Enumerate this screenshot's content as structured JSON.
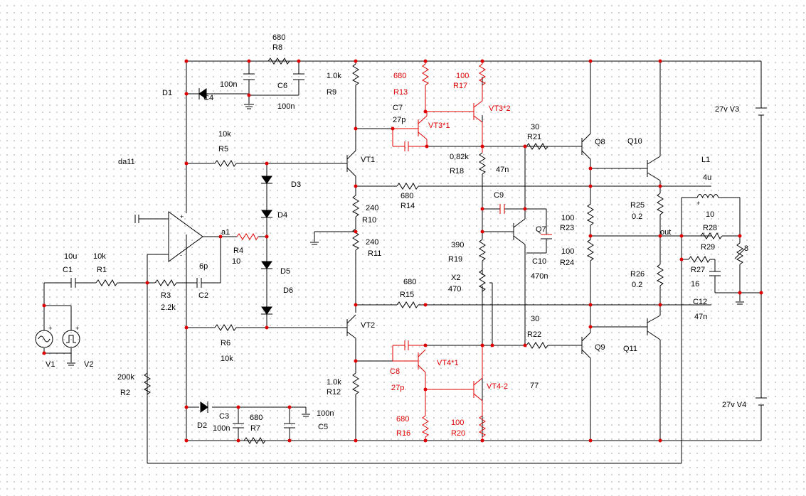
{
  "colors": {
    "wire": "#000000",
    "highlight": "#e00000",
    "junction": "#e00000",
    "grid": "#9a9a9a",
    "background": "#ffffff"
  },
  "labels": [
    {
      "id": "r8_val",
      "text": "680"
    },
    {
      "id": "r8_name",
      "text": "R8"
    },
    {
      "id": "c4_val",
      "text": "100n"
    },
    {
      "id": "c4_name",
      "text": "C4"
    },
    {
      "id": "c6_name",
      "text": "C6"
    },
    {
      "id": "c6_val",
      "text": "100n"
    },
    {
      "id": "d1",
      "text": "D1"
    },
    {
      "id": "r9_val",
      "text": "1.0k"
    },
    {
      "id": "r9_name",
      "text": "R9"
    },
    {
      "id": "r13_val",
      "text": "680",
      "red": true
    },
    {
      "id": "r13_name",
      "text": "R13",
      "red": true
    },
    {
      "id": "r17_val",
      "text": "100",
      "red": true
    },
    {
      "id": "r17_name",
      "text": "R17",
      "red": true
    },
    {
      "id": "vt32",
      "text": "VT3*2",
      "red": true
    },
    {
      "id": "c7_name",
      "text": "C7"
    },
    {
      "id": "c7_val",
      "text": "27p"
    },
    {
      "id": "vt31",
      "text": "VT3*1",
      "red": true
    },
    {
      "id": "r21_val",
      "text": "30"
    },
    {
      "id": "r21_name",
      "text": "R21"
    },
    {
      "id": "q8",
      "text": "Q8"
    },
    {
      "id": "q10",
      "text": "Q10"
    },
    {
      "id": "v3",
      "text": "27v V3"
    },
    {
      "id": "r5_val",
      "text": "10k"
    },
    {
      "id": "r5_name",
      "text": "R5"
    },
    {
      "id": "da11",
      "text": "da11"
    },
    {
      "id": "vt1",
      "text": "VT1"
    },
    {
      "id": "r18_val",
      "text": "0,82k"
    },
    {
      "id": "r18_name",
      "text": "R18"
    },
    {
      "id": "c_47n",
      "text": "47n"
    },
    {
      "id": "l1_name",
      "text": "L1"
    },
    {
      "id": "l1_val",
      "text": "4u"
    },
    {
      "id": "d3",
      "text": "D3"
    },
    {
      "id": "r14_val",
      "text": "680"
    },
    {
      "id": "r14_name",
      "text": "R14"
    },
    {
      "id": "c9",
      "text": "C9"
    },
    {
      "id": "r25_name",
      "text": "R25"
    },
    {
      "id": "r25_val",
      "text": "0.2"
    },
    {
      "id": "r10_val",
      "text": "240"
    },
    {
      "id": "r10_name",
      "text": "R10"
    },
    {
      "id": "d4",
      "text": "D4"
    },
    {
      "id": "r23_val",
      "text": "100"
    },
    {
      "id": "r23_name",
      "text": "R23"
    },
    {
      "id": "r28_val",
      "text": "10"
    },
    {
      "id": "r28_name",
      "text": "R28"
    },
    {
      "id": "a1",
      "text": "a1"
    },
    {
      "id": "q7",
      "text": "Q7"
    },
    {
      "id": "out",
      "text": "out"
    },
    {
      "id": "r11_val",
      "text": "240"
    },
    {
      "id": "r11_name",
      "text": "R11"
    },
    {
      "id": "r19_val",
      "text": "390"
    },
    {
      "id": "r19_name",
      "text": "R19"
    },
    {
      "id": "r24_val",
      "text": "100"
    },
    {
      "id": "r24_name",
      "text": "R24"
    },
    {
      "id": "r29_name",
      "text": "R29"
    },
    {
      "id": "r29_val",
      "text": "8"
    },
    {
      "id": "c1_val",
      "text": "10u"
    },
    {
      "id": "c1_name",
      "text": "C1"
    },
    {
      "id": "r1_val",
      "text": "10k"
    },
    {
      "id": "r1_name",
      "text": "R1"
    },
    {
      "id": "c2_val",
      "text": "6p"
    },
    {
      "id": "c2_name",
      "text": "C2"
    },
    {
      "id": "r4_name",
      "text": "R4"
    },
    {
      "id": "r4_val",
      "text": "10"
    },
    {
      "id": "d5",
      "text": "D5"
    },
    {
      "id": "c10_name",
      "text": "C10"
    },
    {
      "id": "c10_val",
      "text": "470n"
    },
    {
      "id": "r27_name",
      "text": "R27"
    },
    {
      "id": "r27_val",
      "text": "16"
    },
    {
      "id": "x2_name",
      "text": "X2"
    },
    {
      "id": "x2_val",
      "text": "470"
    },
    {
      "id": "r26_name",
      "text": "R26"
    },
    {
      "id": "r26_val",
      "text": "0.2"
    },
    {
      "id": "r3_name",
      "text": "R3"
    },
    {
      "id": "r3_val",
      "text": "2.2k"
    },
    {
      "id": "d6",
      "text": "D6"
    },
    {
      "id": "r15_val",
      "text": "680"
    },
    {
      "id": "r15_name",
      "text": "R15"
    },
    {
      "id": "c12_name",
      "text": "C12"
    },
    {
      "id": "c12_val",
      "text": "47n"
    },
    {
      "id": "r22_val",
      "text": "30"
    },
    {
      "id": "r22_name",
      "text": "R22"
    },
    {
      "id": "vt2",
      "text": "VT2"
    },
    {
      "id": "v1",
      "text": "V1"
    },
    {
      "id": "v2",
      "text": "V2"
    },
    {
      "id": "r6_name",
      "text": "R6"
    },
    {
      "id": "r6_val",
      "text": "10k"
    },
    {
      "id": "q9",
      "text": "Q9"
    },
    {
      "id": "q11",
      "text": "Q11"
    },
    {
      "id": "c8_name",
      "text": "C8",
      "red": true
    },
    {
      "id": "vt41",
      "text": "VT4*1",
      "red": true
    },
    {
      "id": "r2_val",
      "text": "200k"
    },
    {
      "id": "r2_name",
      "text": "R2"
    },
    {
      "id": "r12_val",
      "text": "1.0k"
    },
    {
      "id": "r12_name",
      "text": "R12"
    },
    {
      "id": "c8_val",
      "text": "27p",
      "red": true
    },
    {
      "id": "vt42",
      "text": "VT4-2",
      "red": true
    },
    {
      "id": "n77",
      "text": "77"
    },
    {
      "id": "d2",
      "text": "D2"
    },
    {
      "id": "c3_name",
      "text": "C3"
    },
    {
      "id": "r7_val",
      "text": "680"
    },
    {
      "id": "c5_val",
      "text": "100n"
    },
    {
      "id": "c3_val",
      "text": "100n"
    },
    {
      "id": "r7_name",
      "text": "R7"
    },
    {
      "id": "c5_name",
      "text": "C5"
    },
    {
      "id": "v4",
      "text": "27v V4"
    },
    {
      "id": "r16_val",
      "text": "680",
      "red": true
    },
    {
      "id": "r16_name",
      "text": "R16",
      "red": true
    },
    {
      "id": "r20_val",
      "text": "100",
      "red": true
    },
    {
      "id": "r20_name",
      "text": "R20",
      "red": true
    }
  ]
}
